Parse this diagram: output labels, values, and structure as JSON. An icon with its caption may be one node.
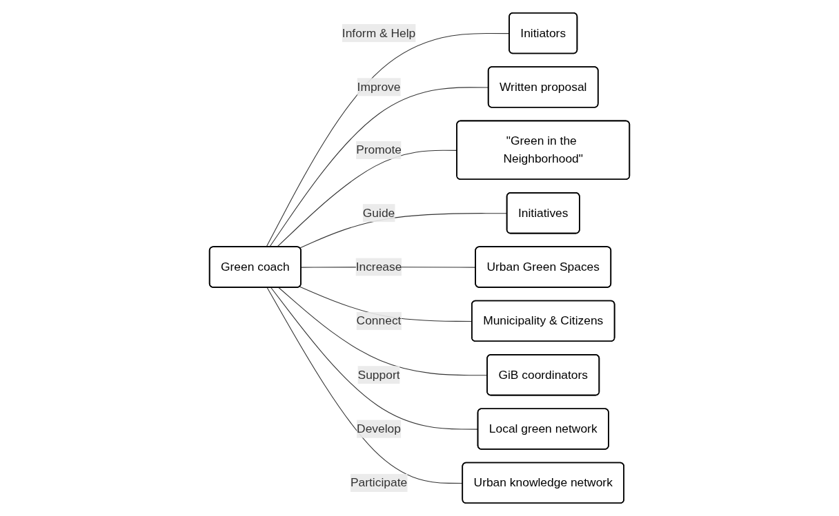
{
  "diagram": {
    "nodes": [
      {
        "text": [
          "Initiators"
        ]
      },
      {
        "text": [
          "Written proposal"
        ]
      },
      {
        "text": [
          "\"Green in the Neighborhood\""
        ]
      },
      {
        "text": [
          "Initiatives"
        ]
      },
      {
        "text": [
          "Green coach"
        ]
      },
      {
        "text": [
          "Urban Green Spaces"
        ]
      },
      {
        "text": [
          "Municipality & Citizens"
        ]
      },
      {
        "text": [
          "GiB coordinators"
        ]
      },
      {
        "text": [
          "Local green network"
        ]
      },
      {
        "text": [
          "Urban knowledge network"
        ]
      }
    ],
    "edges": [
      {
        "from": 4,
        "to": 0,
        "arrow": "none",
        "label": "Inform & Help"
      },
      {
        "from": 4,
        "to": 1,
        "arrow": "none",
        "label": "Improve"
      },
      {
        "from": 4,
        "to": 2,
        "arrow": "none",
        "label": "Promote"
      },
      {
        "from": 4,
        "to": 3,
        "arrow": "none",
        "label": "Guide"
      },
      {
        "from": 4,
        "to": 5,
        "arrow": "none",
        "label": "Increase"
      },
      {
        "from": 4,
        "to": 6,
        "arrow": "none",
        "label": "Connect"
      },
      {
        "from": 4,
        "to": 7,
        "arrow": "none",
        "label": "Support"
      },
      {
        "from": 4,
        "to": 8,
        "arrow": "none",
        "label": "Develop"
      },
      {
        "from": 4,
        "to": 9,
        "arrow": "none",
        "label": "Participate"
      }
    ]
  }
}
